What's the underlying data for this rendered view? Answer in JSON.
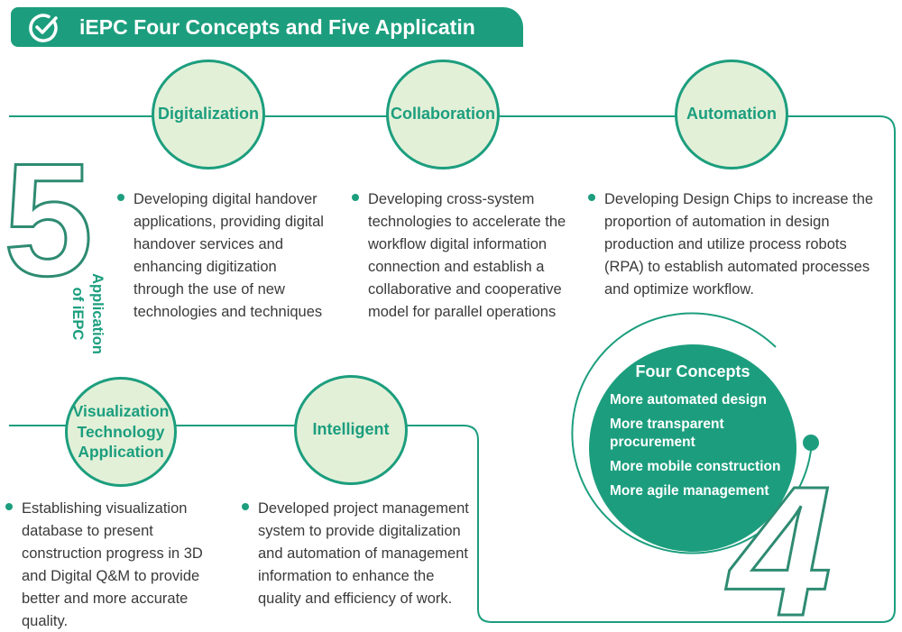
{
  "header": {
    "title": "iEPC Four Concepts and Five Applicatin"
  },
  "applications": [
    {
      "name": "Digitalization",
      "description": "Developing digital handover applications, providing digital handover services and enhancing digitization through the use of new technologies and techniques"
    },
    {
      "name": "Collaboration",
      "description": "Developing cross-system technologies to accelerate the workflow digital information connection and establish a collaborative and cooperative model for parallel operations"
    },
    {
      "name": "Automation",
      "description": "Developing Design Chips to increase the proportion of automation in design production and utilize process robots (RPA) to establish automated processes and optimize workflow."
    },
    {
      "name": "Visualization Technology Application",
      "description": "Establishing visualization database to present construction progress in 3D and Digital Q&M to provide better and more accurate quality."
    },
    {
      "name": "Intelligent",
      "description": "Developed project management system to provide digitalization and automation of management information to enhance the quality and efficiency of work."
    }
  ],
  "five_label": {
    "numeral": "5",
    "text": "Application of iEPC"
  },
  "concepts": {
    "numeral": "4",
    "title": "Four Concepts",
    "items": [
      "More automated design",
      "More transparent procurement",
      "More mobile construction",
      "More agile management"
    ]
  },
  "colors": {
    "primary": "#1c9e7e",
    "node_fill": "#e3f0d8",
    "numeral_stroke": "#2e8b72",
    "text": "#3a3a3a"
  }
}
